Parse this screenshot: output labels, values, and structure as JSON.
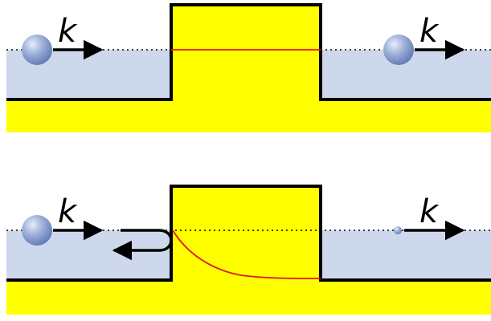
{
  "labels": {
    "wave_vector": "k"
  },
  "colors": {
    "barrier_fill": "#ffff00",
    "barrier_outline": "#000000",
    "water_fill": "#ced8ec",
    "wavefunction": "#e0141a",
    "energy_level": "#000000",
    "particle": "#7f98c8",
    "particle_highlight": "#e7eefa",
    "arrow": "#000000"
  },
  "panels": [
    {
      "id": "classical-above-barrier",
      "description_visible": false,
      "incident_particle": true,
      "transmitted_particle": "large",
      "reflected_arrow": false
    },
    {
      "id": "quantum-tunneling",
      "description_visible": false,
      "incident_particle": true,
      "transmitted_particle": "small",
      "reflected_arrow": true
    }
  ]
}
